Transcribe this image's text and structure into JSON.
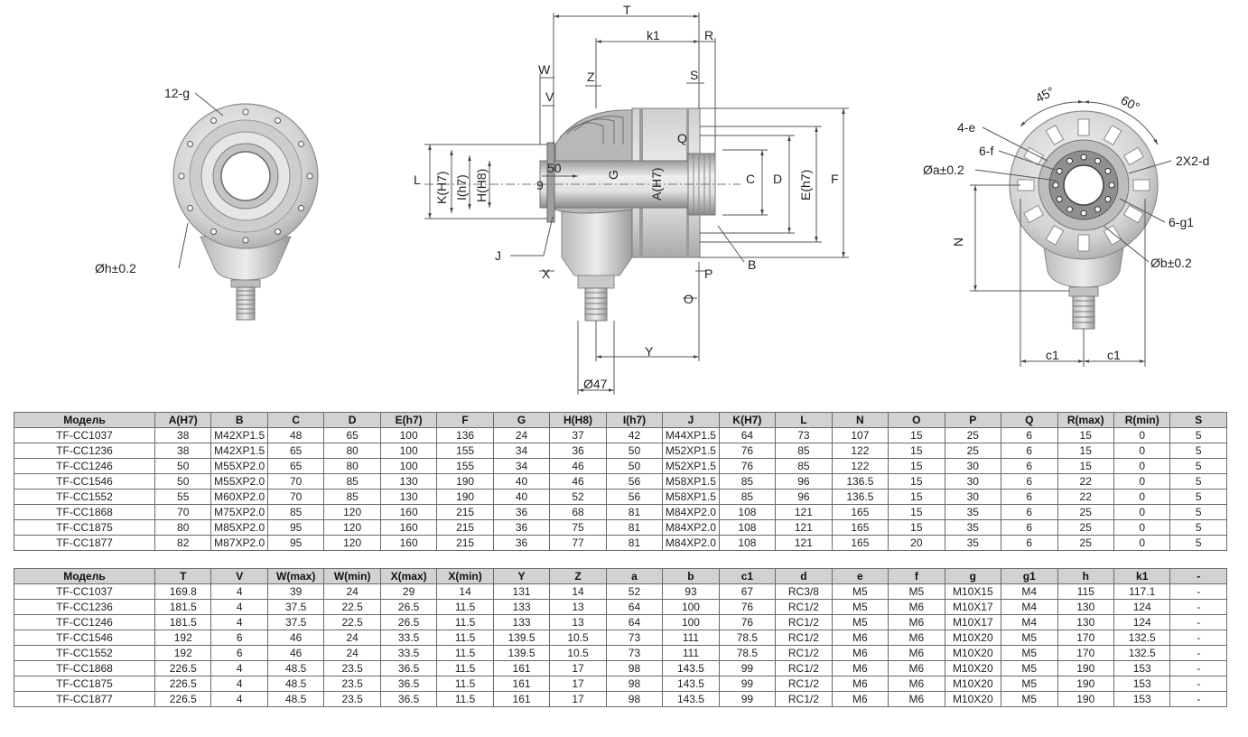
{
  "labels": {
    "front": {
      "hole": "12-g",
      "dia": "Øh±0.2"
    },
    "side": {
      "T": "T",
      "k1": "k1",
      "R": "R",
      "W": "W",
      "Z": "Z",
      "S": "S",
      "V": "V",
      "Q": "Q",
      "L": "L",
      "K": "K(H7)",
      "I": "I(h7)",
      "H": "H(H8)",
      "fifty": "50",
      "nine": "9",
      "G": "G",
      "A": "A(H7)",
      "C": "C",
      "D": "D",
      "E": "E(h7)",
      "F": "F",
      "J": "J",
      "X": "X",
      "B": "B",
      "P": "P",
      "O": "O",
      "Y": "Y",
      "d47": "Ø47"
    },
    "rear": {
      "a45": "45°",
      "a60": "60°",
      "e4": "4-e",
      "f6": "6-f",
      "dia_a": "Øa±0.2",
      "x2d": "2X2-d",
      "g16": "6-g1",
      "dia_b": "Øb±0.2",
      "N": "N",
      "c1a": "c1",
      "c1b": "c1"
    }
  },
  "table1": {
    "headers": [
      "Модель",
      "A(H7)",
      "B",
      "C",
      "D",
      "E(h7)",
      "F",
      "G",
      "H(H8)",
      "I(h7)",
      "J",
      "K(H7)",
      "L",
      "N",
      "O",
      "P",
      "Q",
      "R(max)",
      "R(min)",
      "S"
    ],
    "rows": [
      [
        "TF-CC1037",
        "38",
        "M42XP1.5",
        "48",
        "65",
        "100",
        "136",
        "24",
        "37",
        "42",
        "M44XP1.5",
        "64",
        "73",
        "107",
        "15",
        "25",
        "6",
        "15",
        "0",
        "5"
      ],
      [
        "TF-CC1236",
        "38",
        "M42XP1.5",
        "65",
        "80",
        "100",
        "155",
        "34",
        "36",
        "50",
        "M52XP1.5",
        "76",
        "85",
        "122",
        "15",
        "25",
        "6",
        "15",
        "0",
        "5"
      ],
      [
        "TF-CC1246",
        "50",
        "M55XP2.0",
        "65",
        "80",
        "100",
        "155",
        "34",
        "46",
        "50",
        "M52XP1.5",
        "76",
        "85",
        "122",
        "15",
        "30",
        "6",
        "15",
        "0",
        "5"
      ],
      [
        "TF-CC1546",
        "50",
        "M55XP2.0",
        "70",
        "85",
        "130",
        "190",
        "40",
        "46",
        "56",
        "M58XP1.5",
        "85",
        "96",
        "136.5",
        "15",
        "30",
        "6",
        "22",
        "0",
        "5"
      ],
      [
        "TF-CC1552",
        "55",
        "M60XP2.0",
        "70",
        "85",
        "130",
        "190",
        "40",
        "52",
        "56",
        "M58XP1.5",
        "85",
        "96",
        "136.5",
        "15",
        "30",
        "6",
        "22",
        "0",
        "5"
      ],
      [
        "TF-CC1868",
        "70",
        "M75XP2.0",
        "85",
        "120",
        "160",
        "215",
        "36",
        "68",
        "81",
        "M84XP2.0",
        "108",
        "121",
        "165",
        "15",
        "35",
        "6",
        "25",
        "0",
        "5"
      ],
      [
        "TF-CC1875",
        "80",
        "M85XP2.0",
        "95",
        "120",
        "160",
        "215",
        "36",
        "75",
        "81",
        "M84XP2.0",
        "108",
        "121",
        "165",
        "15",
        "35",
        "6",
        "25",
        "0",
        "5"
      ],
      [
        "TF-CC1877",
        "82",
        "M87XP2.0",
        "95",
        "120",
        "160",
        "215",
        "36",
        "77",
        "81",
        "M84XP2.0",
        "108",
        "121",
        "165",
        "20",
        "35",
        "6",
        "25",
        "0",
        "5"
      ]
    ]
  },
  "table2": {
    "headers": [
      "Модель",
      "T",
      "V",
      "W(max)",
      "W(min)",
      "X(max)",
      "X(min)",
      "Y",
      "Z",
      "a",
      "b",
      "c1",
      "d",
      "e",
      "f",
      "g",
      "g1",
      "h",
      "k1",
      "-"
    ],
    "rows": [
      [
        "TF-CC1037",
        "169.8",
        "4",
        "39",
        "24",
        "29",
        "14",
        "131",
        "14",
        "52",
        "93",
        "67",
        "RC3/8",
        "M5",
        "M5",
        "M10X15",
        "M4",
        "115",
        "117.1",
        "-"
      ],
      [
        "TF-CC1236",
        "181.5",
        "4",
        "37.5",
        "22.5",
        "26.5",
        "11.5",
        "133",
        "13",
        "64",
        "100",
        "76",
        "RC1/2",
        "M5",
        "M6",
        "M10X17",
        "M4",
        "130",
        "124",
        "-"
      ],
      [
        "TF-CC1246",
        "181.5",
        "4",
        "37.5",
        "22.5",
        "26.5",
        "11.5",
        "133",
        "13",
        "64",
        "100",
        "76",
        "RC1/2",
        "M5",
        "M6",
        "M10X17",
        "M4",
        "130",
        "124",
        "-"
      ],
      [
        "TF-CC1546",
        "192",
        "6",
        "46",
        "24",
        "33.5",
        "11.5",
        "139.5",
        "10.5",
        "73",
        "111",
        "78.5",
        "RC1/2",
        "M6",
        "M6",
        "M10X20",
        "M5",
        "170",
        "132.5",
        "-"
      ],
      [
        "TF-CC1552",
        "192",
        "6",
        "46",
        "24",
        "33.5",
        "11.5",
        "139.5",
        "10.5",
        "73",
        "111",
        "78.5",
        "RC1/2",
        "M6",
        "M6",
        "M10X20",
        "M5",
        "170",
        "132.5",
        "-"
      ],
      [
        "TF-CC1868",
        "226.5",
        "4",
        "48.5",
        "23.5",
        "36.5",
        "11.5",
        "161",
        "17",
        "98",
        "143.5",
        "99",
        "RC1/2",
        "M6",
        "M6",
        "M10X20",
        "M5",
        "190",
        "153",
        "-"
      ],
      [
        "TF-CC1875",
        "226.5",
        "4",
        "48.5",
        "23.5",
        "36.5",
        "11.5",
        "161",
        "17",
        "98",
        "143.5",
        "99",
        "RC1/2",
        "M6",
        "M6",
        "M10X20",
        "M5",
        "190",
        "153",
        "-"
      ],
      [
        "TF-CC1877",
        "226.5",
        "4",
        "48.5",
        "23.5",
        "36.5",
        "11.5",
        "161",
        "17",
        "98",
        "143.5",
        "99",
        "RC1/2",
        "M6",
        "M6",
        "M10X20",
        "M5",
        "190",
        "153",
        "-"
      ]
    ]
  }
}
